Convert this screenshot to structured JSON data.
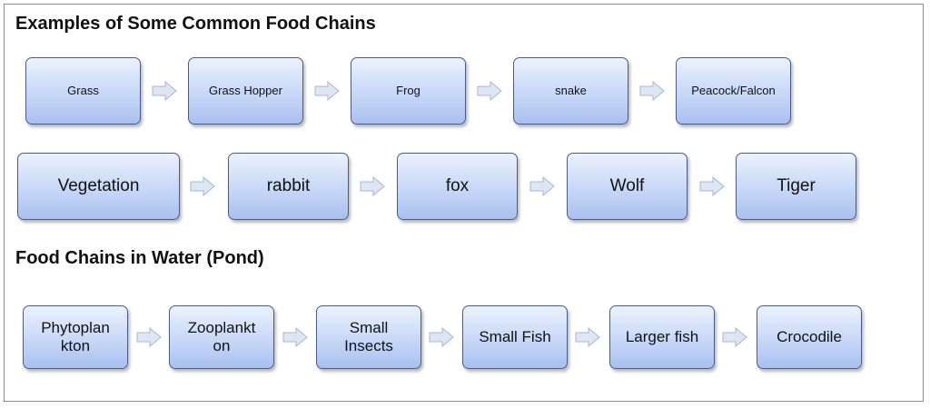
{
  "headings": {
    "common": "Examples of Some Common Food Chains",
    "water": "Food Chains in Water (Pond)"
  },
  "chains": {
    "land_1": [
      "Grass",
      "Grass Hopper",
      "Frog",
      "snake",
      "Peacock/Falcon"
    ],
    "land_2": [
      "Vegetation",
      "rabbit",
      "fox",
      "Wolf",
      "Tiger"
    ],
    "pond": [
      "Phytoplan kton",
      "Zooplankt on",
      "Small Insects",
      "Small Fish",
      "Larger fish",
      "Crocodile"
    ]
  },
  "colors": {
    "box_top": "#ecf2fd",
    "box_bottom": "#a9c0ef",
    "box_border": "#4a5d86",
    "arrow_fill": "#dde6f5"
  },
  "icons": {
    "arrow": "right-arrow-icon"
  }
}
